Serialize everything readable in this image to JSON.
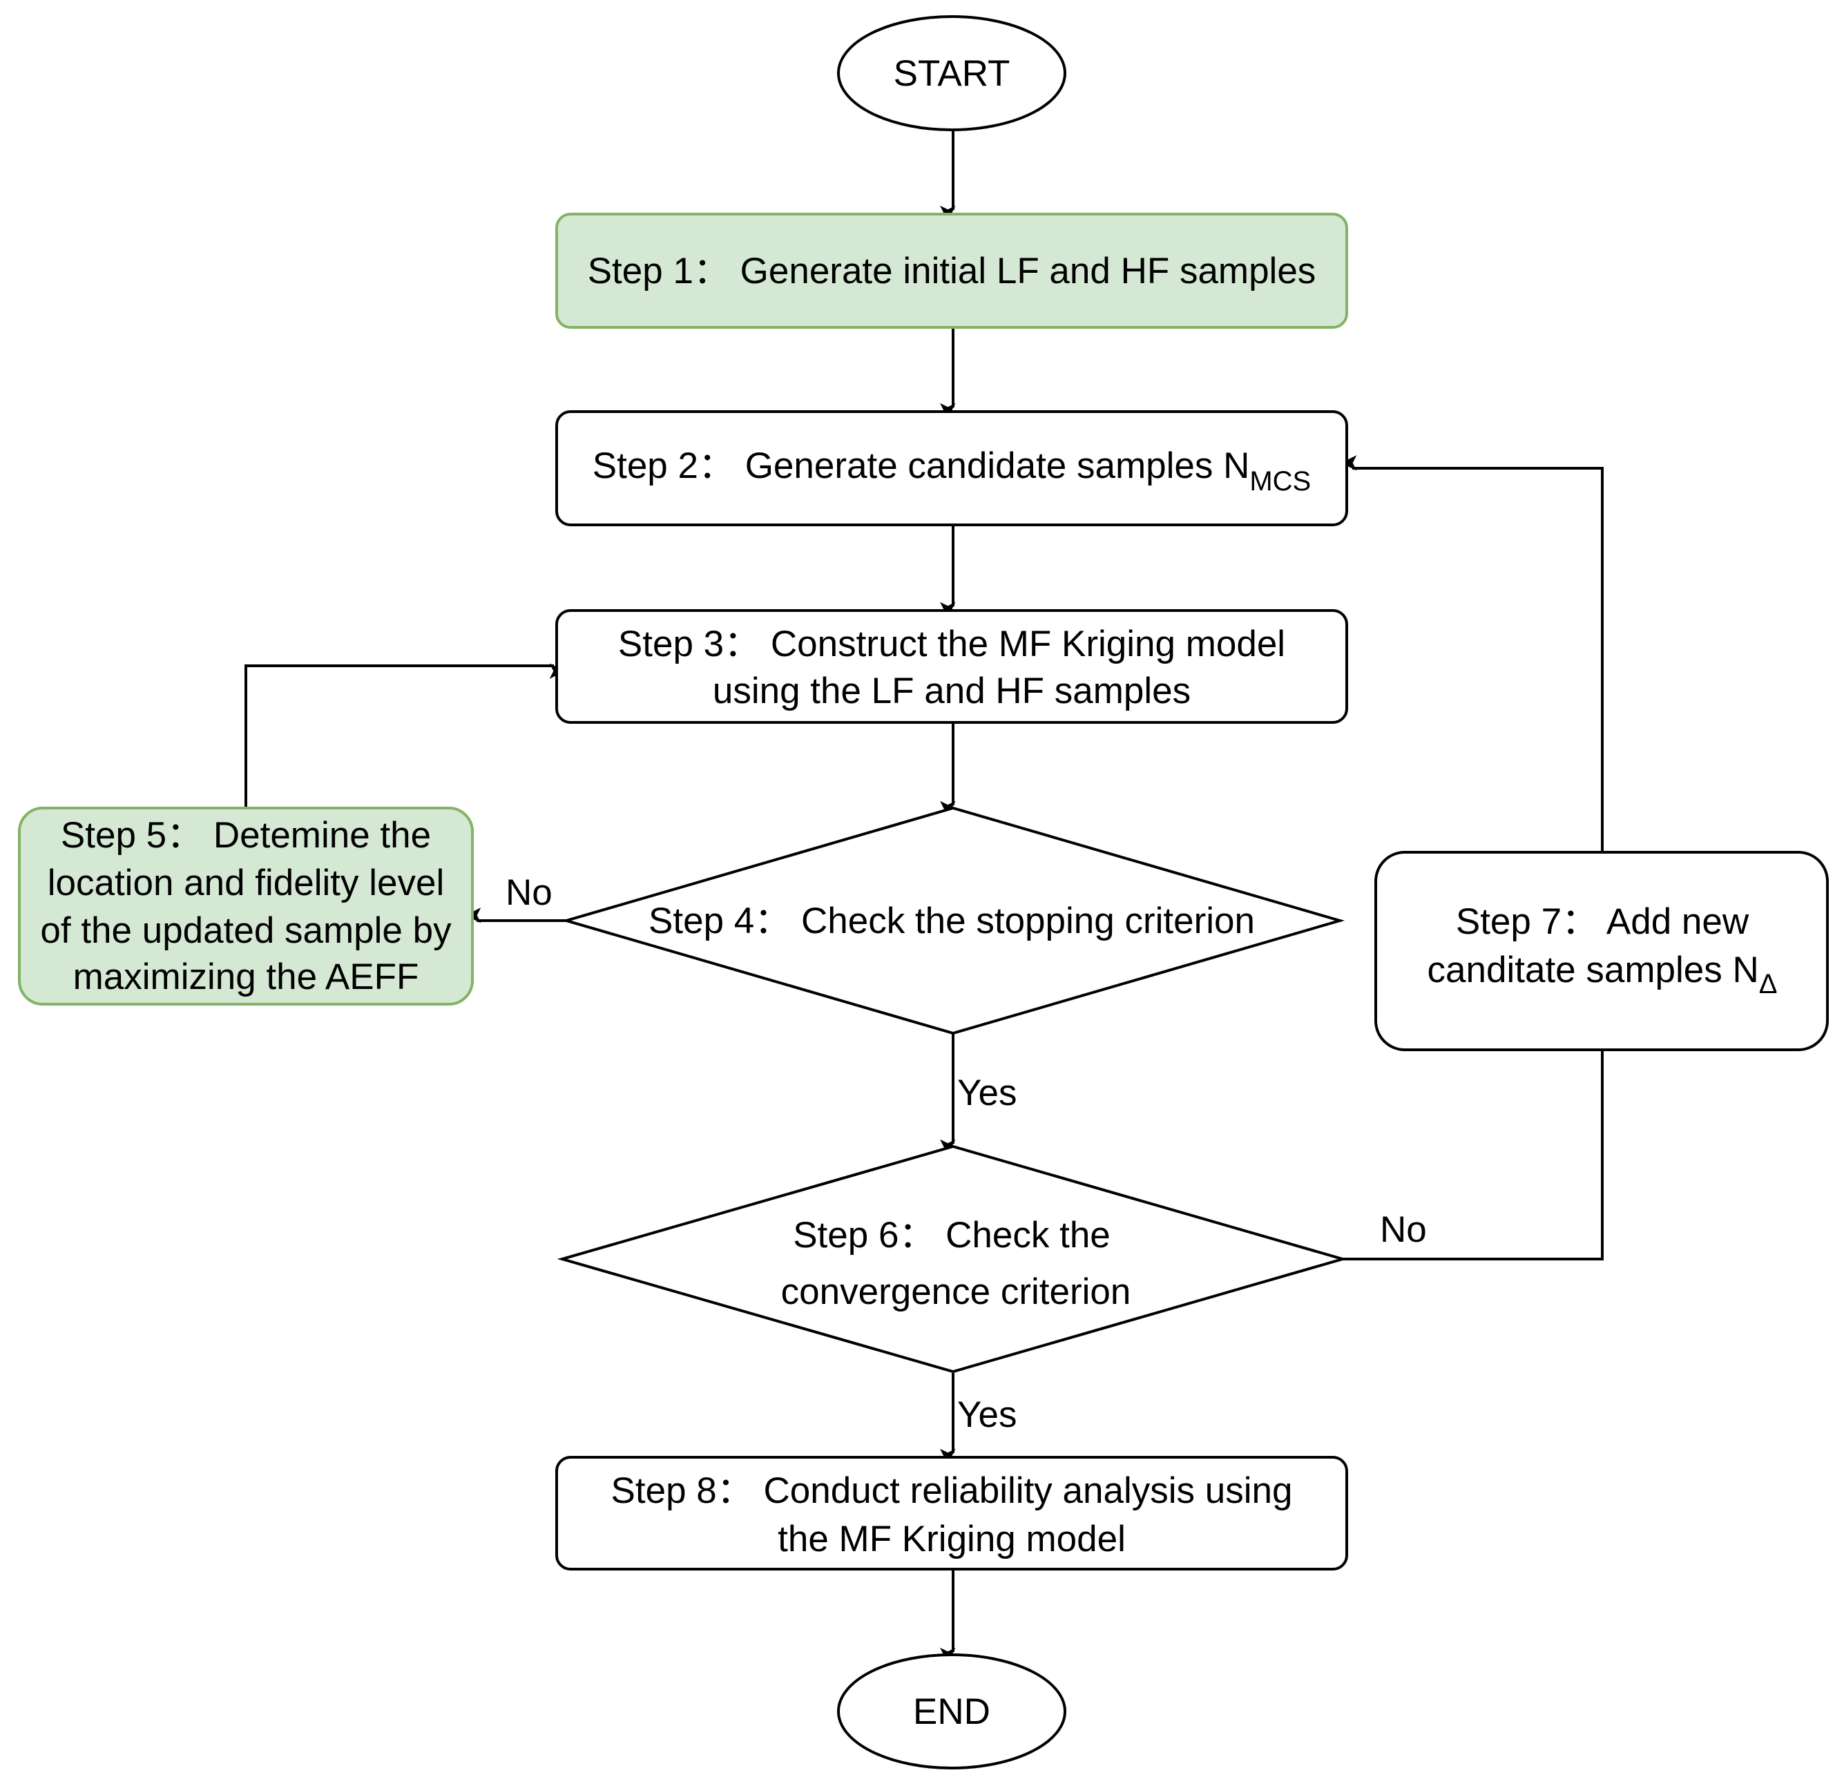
{
  "nodes": {
    "start": {
      "label": "START"
    },
    "step1": {
      "label": "Step 1： Generate initial LF and HF samples"
    },
    "step2": {
      "label": "Step 2： Generate candidate samples N",
      "subscript": "MCS"
    },
    "step3": {
      "lines": [
        "Step 3： Construct the MF Kriging model",
        "using the LF and HF samples"
      ]
    },
    "step4": {
      "label": "Step 4： Check the stopping criterion"
    },
    "step5": {
      "lines": [
        "Step 5： Detemine the",
        "location and fidelity level",
        "of the updated sample by",
        "maximizing the AEFF"
      ]
    },
    "step6": {
      "lines": [
        "Step 6： Check the",
        "convergence criterion"
      ]
    },
    "step7": {
      "lines": [
        "Step 7： Add new",
        "canditate samples N"
      ],
      "subscript": "Δ"
    },
    "step8": {
      "lines": [
        "Step 8： Conduct reliability analysis using",
        "the MF Kriging model"
      ]
    },
    "end": {
      "label": "END"
    }
  },
  "edge_labels": {
    "step4_no": "No",
    "step4_yes": "Yes",
    "step6_no": "No",
    "step6_yes": "Yes"
  },
  "colors": {
    "highlight_fill": "#d5e8d4",
    "highlight_stroke": "#82b366",
    "line": "#000000"
  }
}
